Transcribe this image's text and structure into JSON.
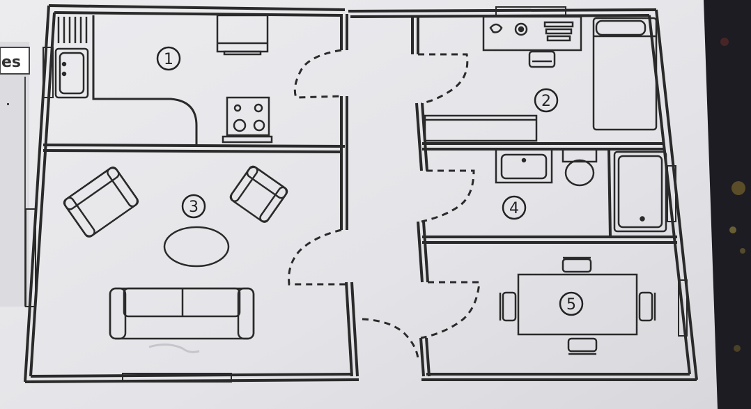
{
  "page_fragment": {
    "text": "es"
  },
  "rooms": [
    {
      "id": "1",
      "label": "1"
    },
    {
      "id": "2",
      "label": "2"
    },
    {
      "id": "3",
      "label": "3"
    },
    {
      "id": "4",
      "label": "4"
    },
    {
      "id": "5",
      "label": "5"
    }
  ],
  "colors": {
    "paper": "#e9e9ec",
    "wall": "#2a2a2a",
    "background": "#1c1c22",
    "left_page": "#dcdce0"
  }
}
